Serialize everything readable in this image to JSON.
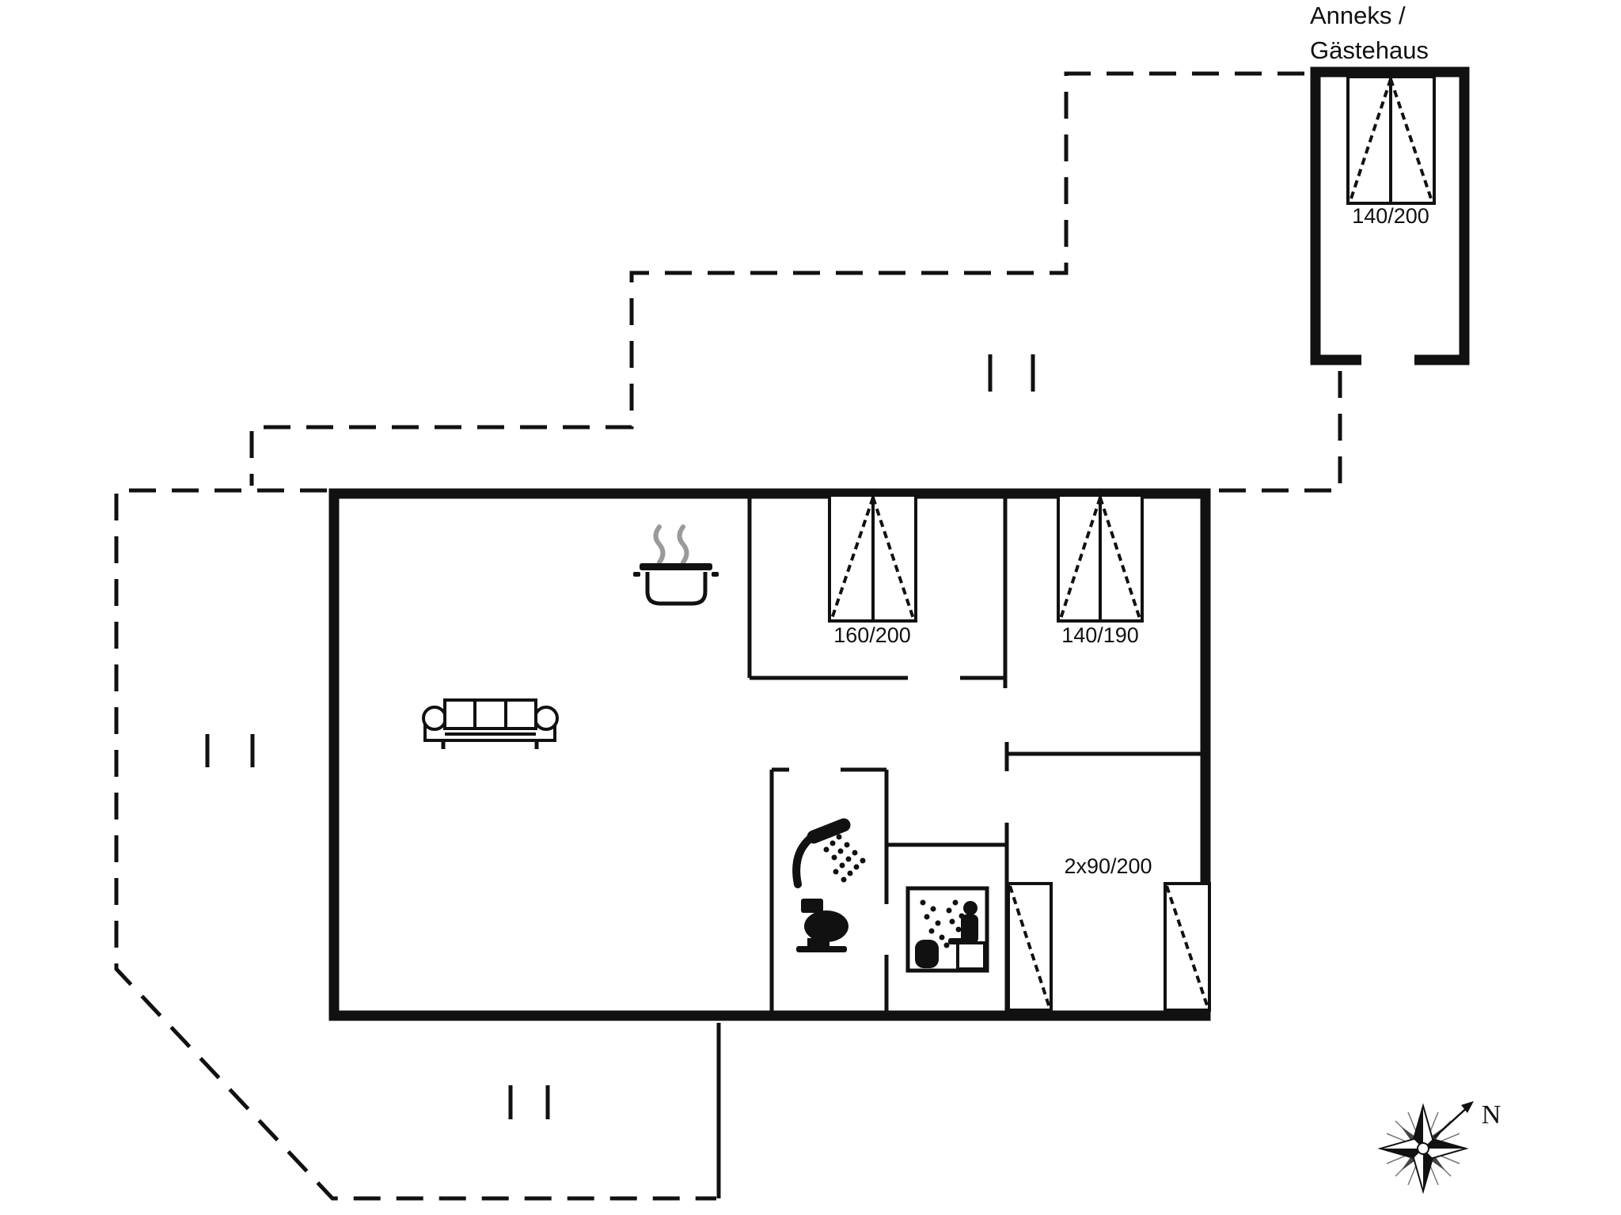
{
  "labels": {
    "annex_title_line1": "Anneks /",
    "annex_title_line2": "Gästehaus",
    "annex_bed": "140/200",
    "bed_double_1": "160/200",
    "bed_double_2": "140/190",
    "bed_bunk": "2x90/200",
    "compass_north": "N"
  },
  "icons": {
    "pot": "stove-pot-icon",
    "sofa": "sofa-icon",
    "shower": "shower-icon",
    "toilet": "toilet-icon",
    "sauna": "sauna-icon",
    "compass": "compass-rose-icon"
  },
  "colors": {
    "line": "#111111",
    "steam": "#9a9a9a",
    "background": "#ffffff"
  }
}
